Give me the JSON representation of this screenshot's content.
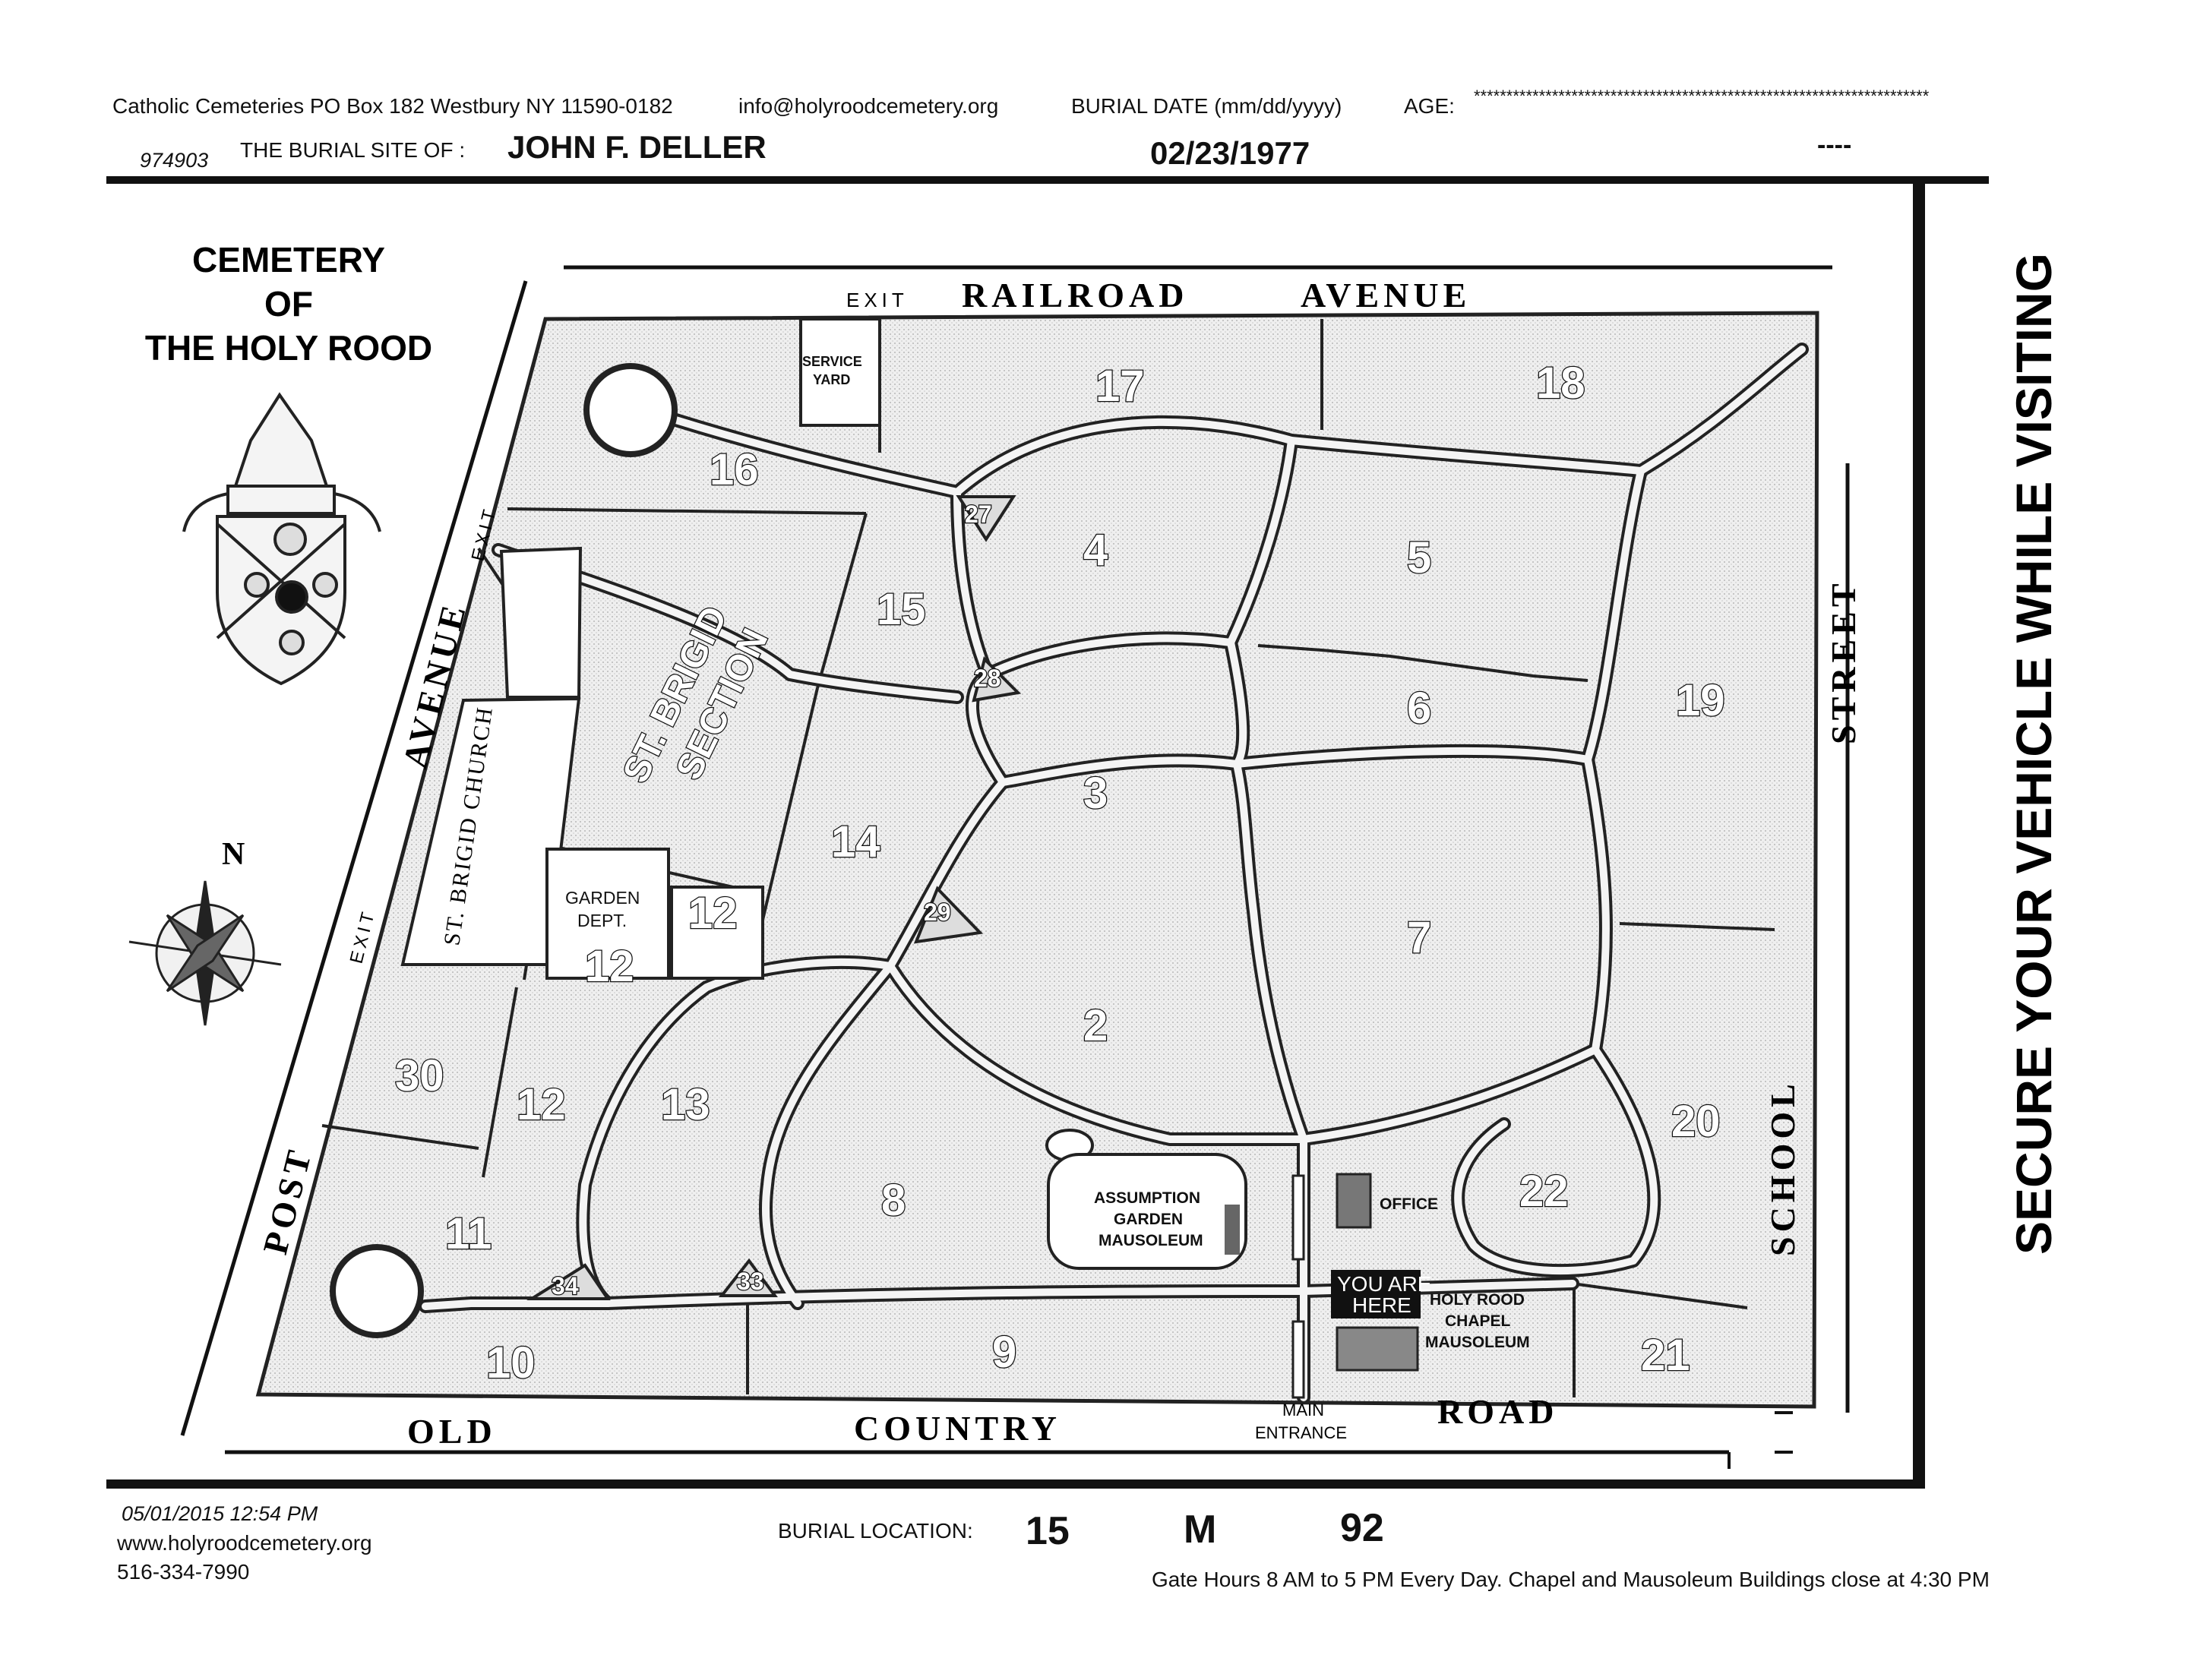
{
  "header": {
    "address": "Catholic Cemeteries PO Box 182 Westbury NY 11590-0182",
    "email": "info@holyroodcemetery.org",
    "burial_date_label": "BURIAL DATE (mm/dd/yyyy)",
    "age_label": "AGE:",
    "age_stars": "**********************************************************************",
    "record_id": "974903",
    "burial_site_label": "THE BURIAL SITE OF :",
    "name": "JOHN F. DELLER",
    "burial_date": "02/23/1977",
    "age_value": "----"
  },
  "map": {
    "title_lines": [
      "CEMETERY",
      "OF",
      "THE HOLY ROOD"
    ],
    "compass_label": "N",
    "roads": {
      "north": [
        "RAILROAD",
        "AVENUE"
      ],
      "west": [
        "POST",
        "AVENUE"
      ],
      "south": [
        "OLD",
        "COUNTRY",
        "ROAD"
      ],
      "east": [
        "SCHOOL",
        "STREET"
      ]
    },
    "exits": [
      "EXIT",
      "EXIT",
      "EXIT"
    ],
    "sections": [
      "17",
      "18",
      "16",
      "27",
      "4",
      "5",
      "15",
      "28",
      "6",
      "19",
      "3",
      "14",
      "29",
      "12",
      "12",
      "7",
      "2",
      "30",
      "12",
      "13",
      "20",
      "8",
      "22",
      "11",
      "34",
      "33",
      "10",
      "9",
      "21"
    ],
    "labels": {
      "service_yard": [
        "SERVICE",
        "YARD"
      ],
      "st_brigid_section": [
        "ST. BRIGID",
        "SECTION"
      ],
      "st_brigid_church": "ST. BRIGID CHURCH",
      "garden_dept": [
        "GARDEN",
        "DEPT."
      ],
      "assumption": [
        "ASSUMPTION",
        "GARDEN",
        "MAUSOLEUM"
      ],
      "office": "OFFICE",
      "you_are_here": [
        "YOU ARE",
        "HERE"
      ],
      "holy_rood_chapel": [
        "HOLY ROOD",
        "CHAPEL",
        "MAUSOLEUM"
      ],
      "main_entrance": [
        "MAIN",
        "ENTRANCE"
      ]
    },
    "side_banner": "SECURE YOUR VEHICLE WHILE VISITING"
  },
  "footer": {
    "timestamp": "05/01/2015 12:54 PM",
    "website": "www.holyroodcemetery.org",
    "phone": "516-334-7990",
    "burial_location_label": "BURIAL LOCATION:",
    "location_section": "15",
    "location_row": "M",
    "location_grave": "92",
    "gate_hours": "Gate Hours 8 AM to 5 PM  Every Day.  Chapel and Mausoleum Buildings close at 4:30 PM"
  }
}
